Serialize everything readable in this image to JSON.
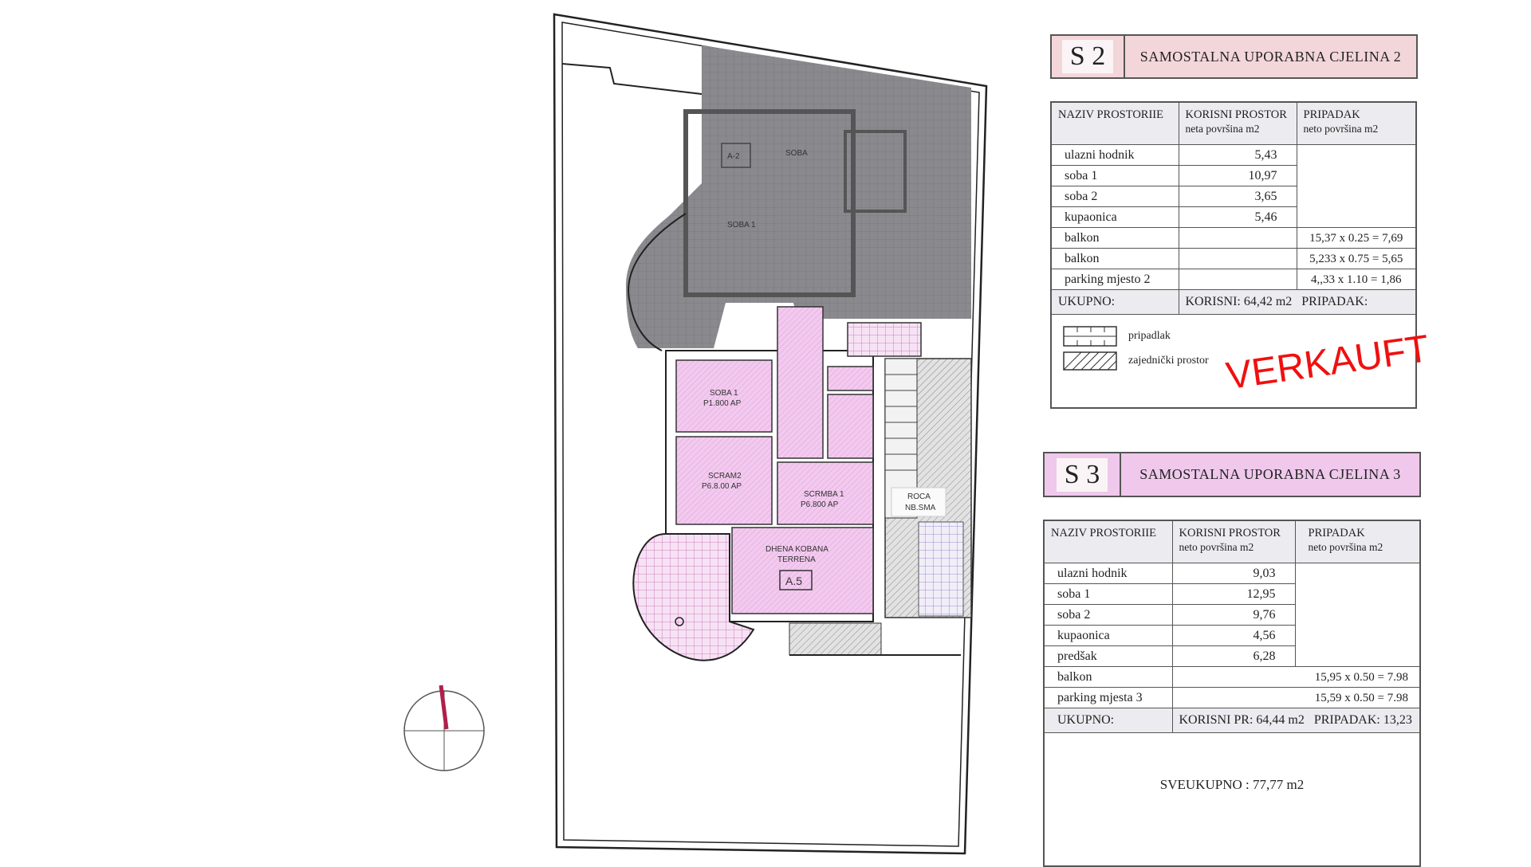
{
  "plan": {
    "labels": {
      "a2": "A-2",
      "soba_top": "SOBA",
      "soba1_top": "SOBA 1",
      "soba1": "SOBA 1",
      "soba1_sub": "P1.800 AP",
      "soba2": "SCRAM2",
      "soba2_sub": "P6.8.00 AP",
      "soba3": "SCRMBA 1",
      "soba3_sub": "P6.800 AP",
      "terrace": "DHENA KOBANA",
      "terrace2": "TERRENA",
      "unit": "A.5",
      "roca": "ROCA",
      "roca_sub": "NB.SMA"
    },
    "colors": {
      "unit2": "#7d7d80",
      "unit3": "#f0c8ee",
      "common": "#c8c8c8"
    }
  },
  "s2": {
    "code": "S 2",
    "title": "SAMOSTALNA UPORABNA CJELINA 2",
    "headers": {
      "c1": "NAZIV PROSTORIIE",
      "c2": "KORISNI PROSTOR",
      "c2_sub": "neta površina m2",
      "c3": "PRIPADAK",
      "c3_sub": "neto površina m2"
    },
    "rows": [
      {
        "name": "ulazni hodnik",
        "value": "5,43"
      },
      {
        "name": "soba 1",
        "value": "10,97"
      },
      {
        "name": "soba 2",
        "value": "3,65"
      },
      {
        "name": "kupaonica",
        "value": "5,46"
      },
      {
        "name": "balkon",
        "calc": "15,37 x 0.25 = 7,69"
      },
      {
        "name": "balkon",
        "calc": "5,233 x 0.75 = 5,65"
      },
      {
        "name": "parking mjesto 2",
        "calc": "4,,33 x 1.10 = 1,86"
      }
    ],
    "total": {
      "label": "UKUPNO:",
      "korisni": "KORISNI:  64,42 m2",
      "pripadak": "PRIPADAK:"
    },
    "legend": [
      {
        "label": "pripadlak"
      },
      {
        "label": "zajednički prostor"
      }
    ],
    "stamp": "VERKAUFT"
  },
  "s3": {
    "code": "S 3",
    "title": "SAMOSTALNA UPORABNA CJELINA 3",
    "headers": {
      "c1": "NAZIV PROSTORIIE",
      "c2": "KORISNI PROSTOR",
      "c2_sub": "neto površina m2",
      "c3": "PRIPADAK",
      "c3_sub": "neto površina m2"
    },
    "rows": [
      {
        "name": "ulazni hodnik",
        "value": "9,03"
      },
      {
        "name": "soba 1",
        "value": "12,95"
      },
      {
        "name": "soba 2",
        "value": "9,76"
      },
      {
        "name": "kupaonica",
        "value": "4,56"
      },
      {
        "name": "predšak",
        "value": "6,28"
      },
      {
        "name": "balkon",
        "calc": "15,95 x 0.50 = 7.98"
      },
      {
        "name": "parking mjesta 3",
        "calc": "15,59 x 0.50 = 7.98"
      }
    ],
    "total": {
      "label": "UKUPNO:",
      "korisni": "KORISNI PR: 64,44 m2",
      "pripadak": "PRIPADAK: 13,23"
    },
    "grand_total": "SVEUKUPNO :  77,77 m2"
  }
}
